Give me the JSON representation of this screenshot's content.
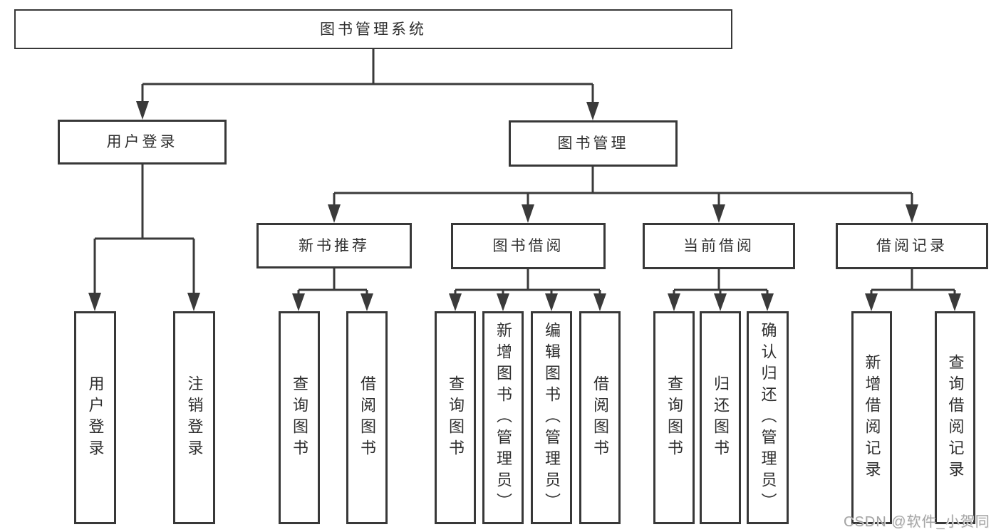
{
  "diagram": {
    "title": "图书管理系统",
    "watermark": "CSDN @软件_小贺同学",
    "colors": {
      "line": "#3a3a3a",
      "box_border": "#383838",
      "box_fill": "#ffffff",
      "text": "#2f2f2f",
      "watermark": "#a5a5a5",
      "background": "#ffffff"
    },
    "root": {
      "label": "图书管理系统",
      "children": [
        {
          "label": "用户登录",
          "children": [
            {
              "label": "用户登录"
            },
            {
              "label": "注销登录"
            }
          ]
        },
        {
          "label": "图书管理",
          "children": [
            {
              "label": "新书推荐",
              "children": [
                {
                  "label": "查询图书"
                },
                {
                  "label": "借阅图书"
                }
              ]
            },
            {
              "label": "图书借阅",
              "children": [
                {
                  "label": "查询图书"
                },
                {
                  "label": "新增图书（管理员）"
                },
                {
                  "label": "编辑图书（管理员）"
                },
                {
                  "label": "借阅图书"
                }
              ]
            },
            {
              "label": "当前借阅",
              "children": [
                {
                  "label": "查询图书"
                },
                {
                  "label": "归还图书"
                },
                {
                  "label": "确认归还（管理员）"
                }
              ]
            },
            {
              "label": "借阅记录",
              "children": [
                {
                  "label": "新增借阅记录"
                },
                {
                  "label": "查询借阅记录"
                }
              ]
            }
          ]
        }
      ]
    }
  }
}
